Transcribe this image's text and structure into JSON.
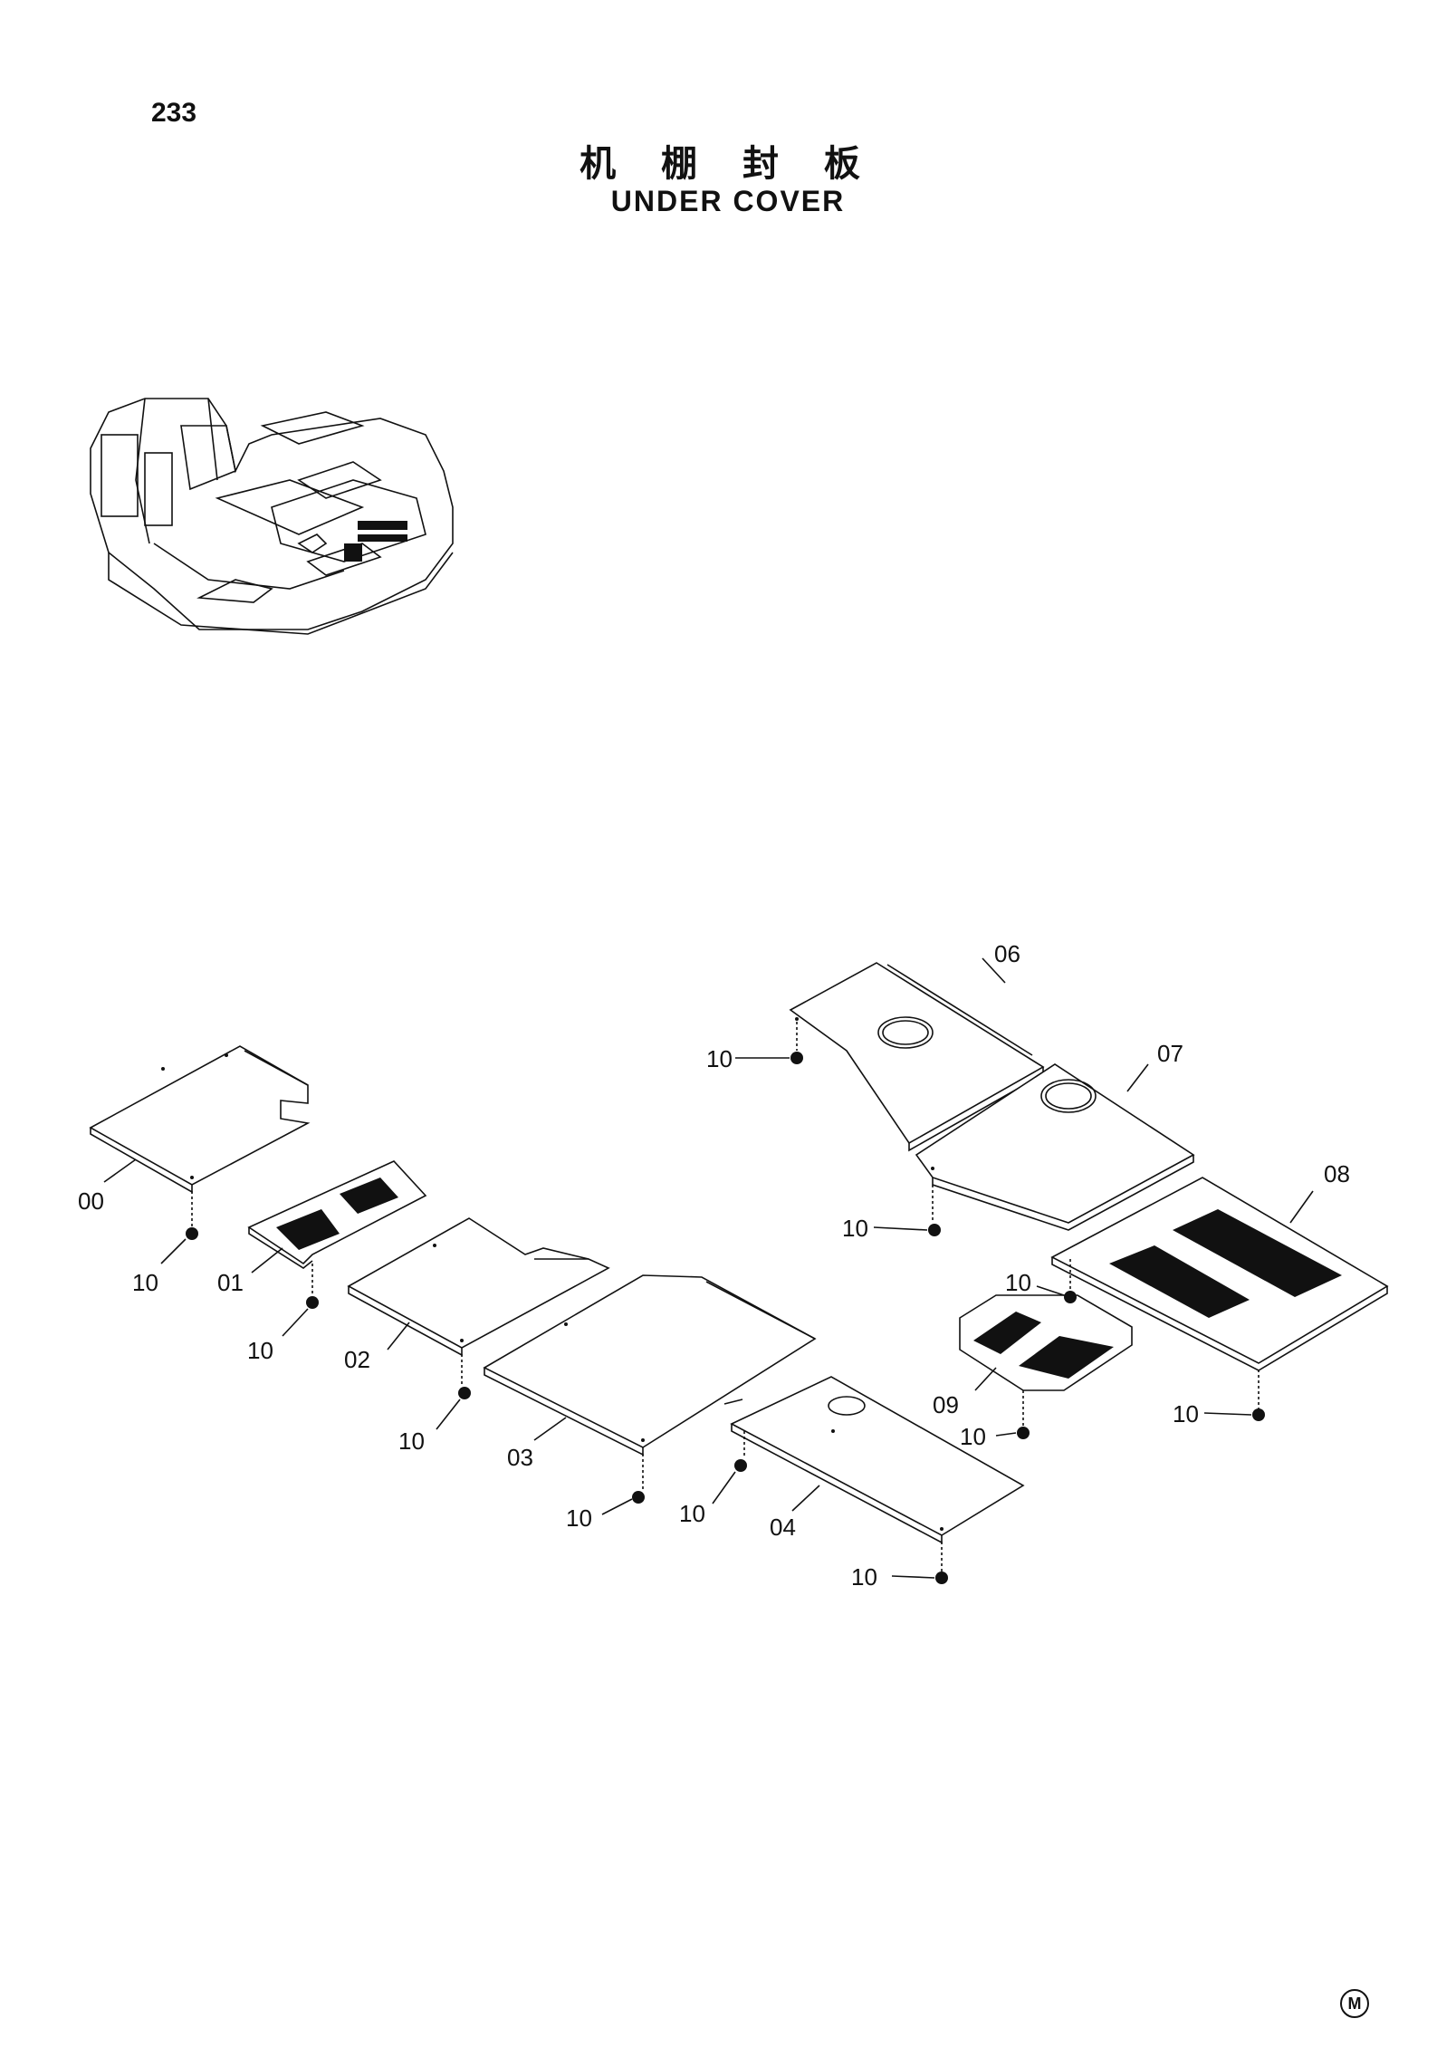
{
  "page_number": "233",
  "title_cn": "机 棚 封 板",
  "title_en": "UNDER COVER",
  "callouts": {
    "p00": "00",
    "p01": "01",
    "p02": "02",
    "p03": "03",
    "p04": "04",
    "p06": "06",
    "p07": "07",
    "p08": "08",
    "p09": "09",
    "bolt": "10"
  },
  "mark": "M"
}
